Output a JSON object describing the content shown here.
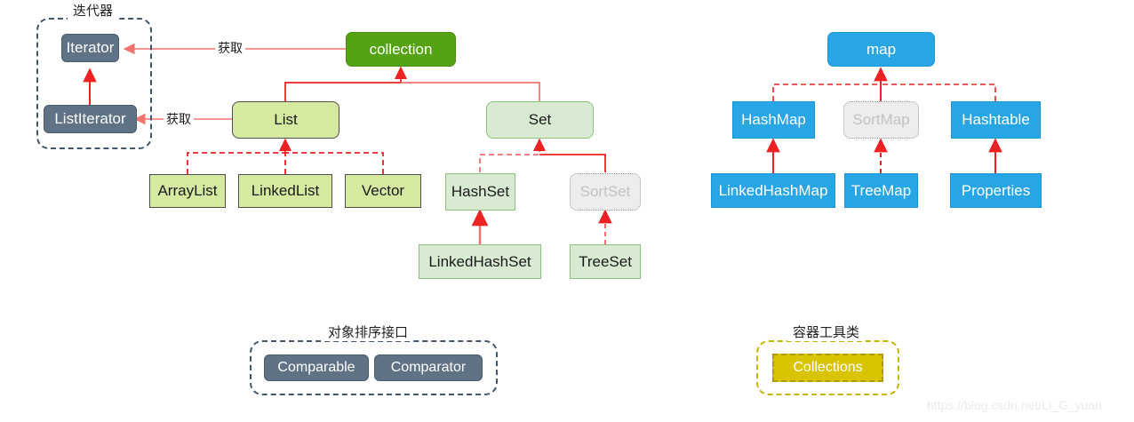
{
  "diagram": {
    "watermark": "https://blog.csdn.net/Li_G_yuan",
    "groups": [
      {
        "id": "iterator-group",
        "title": "迭代器"
      },
      {
        "id": "sorting-group",
        "title": "对象排序接口"
      },
      {
        "id": "utility-group",
        "title": "容器工具类"
      }
    ],
    "edge_labels": [
      {
        "id": "collection-to-iterator",
        "text": "获取"
      },
      {
        "id": "list-to-listiterator",
        "text": "获取"
      }
    ],
    "nodes": {
      "iterator": "Iterator",
      "list_iterator": "ListIterator",
      "collection": "collection",
      "list": "List",
      "set": "Set",
      "array_list": "ArrayList",
      "linked_list": "LinkedList",
      "vector": "Vector",
      "hash_set": "HashSet",
      "sort_set": "SortSet",
      "linked_hash_set": "LinkedHashSet",
      "tree_set": "TreeSet",
      "map": "map",
      "hash_map": "HashMap",
      "sort_map": "SortMap",
      "hashtable": "Hashtable",
      "linked_hash_map": "LinkedHashMap",
      "tree_map": "TreeMap",
      "properties": "Properties",
      "comparable": "Comparable",
      "comparator": "Comparator",
      "collections": "Collections"
    },
    "colors": {
      "root_green": "#55a313",
      "lime": "#d6e9a0",
      "mint": "#d8ead2",
      "slate": "#5f7286",
      "blue": "#27a5e5",
      "gold": "#d8c400",
      "ghost": "#ededed",
      "arrow_red": "#ee2222",
      "arrow_salmon": "#f07070",
      "frame": "#42566b"
    }
  }
}
